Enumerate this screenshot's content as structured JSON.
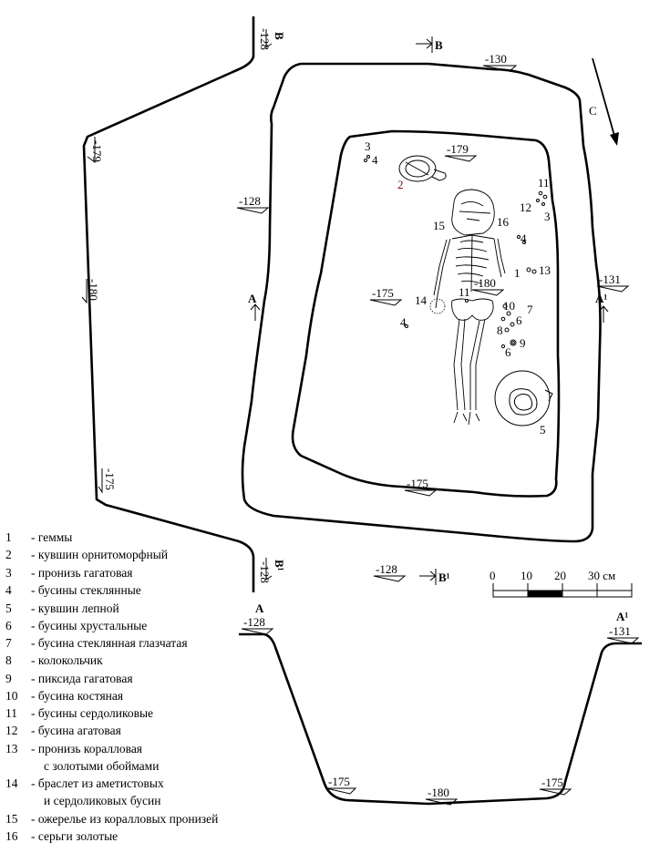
{
  "compass": {
    "label": "С"
  },
  "section_marks": {
    "b_top": "В",
    "b_bottom": "В¹",
    "a_left": "А",
    "a_right": "А¹",
    "b_vertical_top": "В",
    "b_vertical_bottom": "В¹",
    "a_section_left": "А",
    "a_section_right": "А¹"
  },
  "depths": {
    "top_130": "-130",
    "inner_179": "-179",
    "left_128": "-128",
    "right_131": "-131",
    "mid_175": "-175",
    "mid_180": "-180",
    "bottom_175": "-175",
    "bottom_128": "-128",
    "sec_b_top": "-128",
    "sec_b_179": "-179",
    "sec_b_180": "-180",
    "sec_b_175": "-175",
    "sec_b_bottom": "-128",
    "sec_a_left": "-128",
    "sec_a_right": "-131",
    "sec_a_175l": "-175",
    "sec_a_180": "-180",
    "sec_a_175r": "-175"
  },
  "find_labels": {
    "f3": "3",
    "f4a": "4",
    "f2": "2",
    "f11a": "11",
    "f12": "12",
    "f3b": "3",
    "f15": "15",
    "f16": "16",
    "f4b": "4",
    "f1": "1",
    "f13": "13",
    "f14": "14",
    "f11b": "11",
    "f10": "10",
    "f7": "7",
    "f8": "8",
    "f6a": "6",
    "f9": "9",
    "f6b": "6",
    "f4c": "4",
    "f5": "5"
  },
  "scale": {
    "t0": "0",
    "t10": "10",
    "t20": "20",
    "t30": "30 см"
  },
  "legend": [
    {
      "num": "1",
      "text": "- геммы"
    },
    {
      "num": "2",
      "text": "- кувшин орнитоморфный"
    },
    {
      "num": "3",
      "text": "- пронизь гагатовая"
    },
    {
      "num": "4",
      "text": "- бусины стеклянные"
    },
    {
      "num": "5",
      "text": "- кувшин лепной"
    },
    {
      "num": "6",
      "text": "- бусины хрустальные"
    },
    {
      "num": "7",
      "text": "- бусина стеклянная глазчатая"
    },
    {
      "num": "8",
      "text": "- колокольчик"
    },
    {
      "num": "9",
      "text": "- пиксида гагатовая"
    },
    {
      "num": "10",
      "text": "- бусина костяная"
    },
    {
      "num": "11",
      "text": "- бусины сердоликовые"
    },
    {
      "num": "12",
      "text": "- бусина агатовая"
    },
    {
      "num": "13",
      "text": "- пронизь коралловая",
      "text2": "с золотыми обоймами"
    },
    {
      "num": "14",
      "text": "- браслет из аметистовых",
      "text2": "и сердоликовых бусин"
    },
    {
      "num": "15",
      "text": "- ожерелье из коралловых пронизей"
    },
    {
      "num": "16",
      "text": "- серьги золотые"
    }
  ]
}
